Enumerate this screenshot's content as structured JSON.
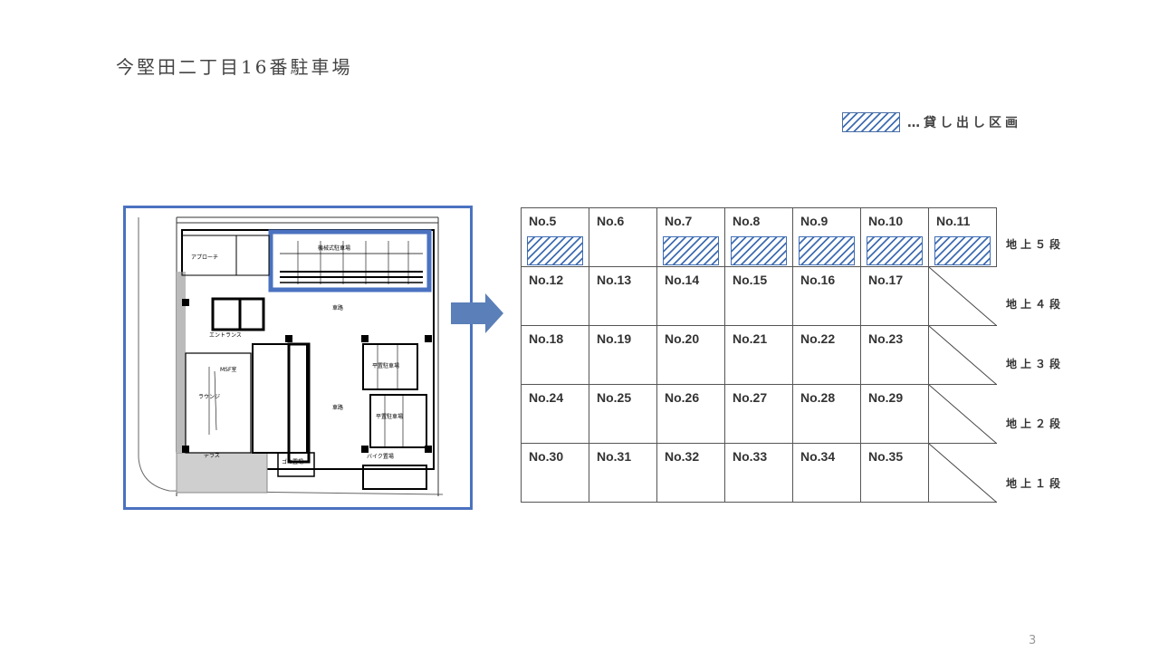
{
  "title": "今堅田二丁目16番駐車場",
  "legend": {
    "label": "…貸し出し区画",
    "hatch_color": "#3f6db3"
  },
  "plan": {
    "frame_color": "#4a72c0",
    "labels": {
      "approach": "アプローチ",
      "entrance": "エントランス",
      "lounge": "ラウンジ",
      "terrace": "テラス",
      "parking1": "車路",
      "parking2": "車路",
      "mech_parking": "機械式駐車場",
      "flat_parking_a": "平置駐車場",
      "flat_parking_b": "平置駐車場",
      "bike_parking": "バイク置場",
      "garbage": "ゴミ置場",
      "msf": "MSF室"
    }
  },
  "arrow_color": "#5b7fb8",
  "grid": {
    "rows": [
      {
        "level": "地上５段",
        "slots": [
          {
            "label": "No.5",
            "rented": true
          },
          {
            "label": "No.6",
            "rented": false
          },
          {
            "label": "No.7",
            "rented": true
          },
          {
            "label": "No.8",
            "rented": true
          },
          {
            "label": "No.9",
            "rented": true
          },
          {
            "label": "No.10",
            "rented": true
          },
          {
            "label": "No.11",
            "rented": true
          }
        ]
      },
      {
        "level": "地上４段",
        "slots": [
          {
            "label": "No.12"
          },
          {
            "label": "No.13"
          },
          {
            "label": "No.14"
          },
          {
            "label": "No.15"
          },
          {
            "label": "No.16"
          },
          {
            "label": "No.17"
          },
          {
            "label": ""
          }
        ]
      },
      {
        "level": "地上３段",
        "slots": [
          {
            "label": "No.18"
          },
          {
            "label": "No.19"
          },
          {
            "label": "No.20"
          },
          {
            "label": "No.21"
          },
          {
            "label": "No.22"
          },
          {
            "label": "No.23"
          },
          {
            "label": ""
          }
        ]
      },
      {
        "level": "地上２段",
        "slots": [
          {
            "label": "No.24"
          },
          {
            "label": "No.25"
          },
          {
            "label": "No.26"
          },
          {
            "label": "No.27"
          },
          {
            "label": "No.28"
          },
          {
            "label": "No.29"
          },
          {
            "label": ""
          }
        ]
      },
      {
        "level": "地上１段",
        "slots": [
          {
            "label": "No.30"
          },
          {
            "label": "No.31"
          },
          {
            "label": "No.32"
          },
          {
            "label": "No.33"
          },
          {
            "label": "No.34"
          },
          {
            "label": "No.35"
          },
          {
            "label": ""
          }
        ]
      }
    ]
  },
  "page_number": "3"
}
